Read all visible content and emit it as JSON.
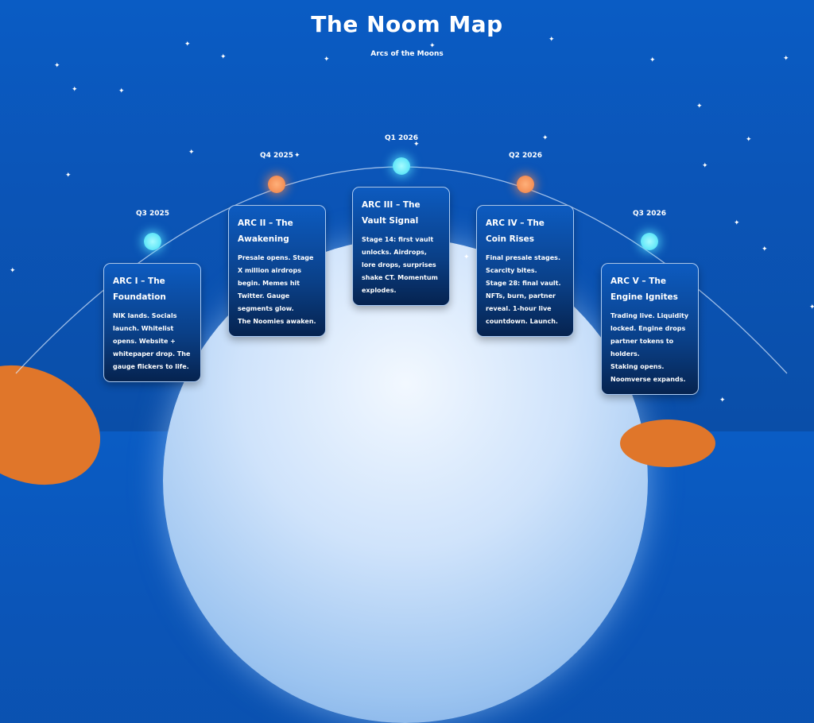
{
  "header": {
    "title": "The Noom Map",
    "subtitle": "Arcs of the Moons"
  },
  "colors": {
    "background": "#0a55b8",
    "cyan_node": "#3fdcf5",
    "orange_node": "#ee7f44"
  },
  "arcs": [
    {
      "quarter": "Q3 2025",
      "node": "cyan",
      "title": "ARC I – The Foundation",
      "lines": [
        "NIK lands. Socials launch. Whitelist opens. Website + whitepaper drop. The gauge flickers to life."
      ]
    },
    {
      "quarter": "Q4 2025",
      "node": "orange",
      "title": "ARC II – The Awakening",
      "lines": [
        "Presale opens. Stage X million airdrops begin. Memes hit Twitter. Gauge segments glow.",
        "The Noomies awaken."
      ]
    },
    {
      "quarter": "Q1 2026",
      "node": "cyan",
      "title": "ARC III – The Vault Signal",
      "lines": [
        "Stage 14: first vault unlocks. Airdrops, lore drops, surprises shake CT. Momentum explodes."
      ]
    },
    {
      "quarter": "Q2 2026",
      "node": "orange",
      "title": "ARC IV – The Coin Rises",
      "lines": [
        "Final presale stages. Scarcity bites.",
        "Stage 28: final vault. NFTs, burn, partner reveal. 1-hour live countdown. Launch."
      ]
    },
    {
      "quarter": "Q3 2026",
      "node": "cyan",
      "title": "ARC V – The Engine Ignites",
      "lines": [
        "Trading live. Liquidity locked. Engine drops partner tokens to holders.",
        "Staking opens. Noomverse expands."
      ]
    }
  ]
}
